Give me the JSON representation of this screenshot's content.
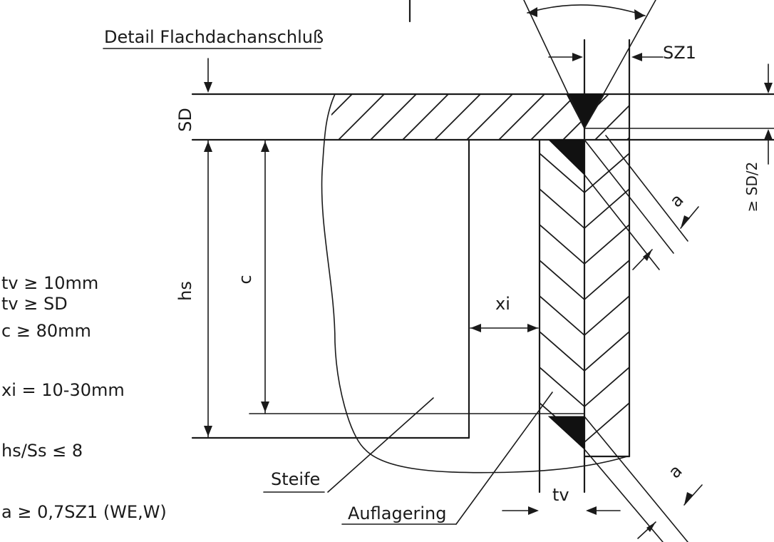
{
  "title": "Detail Flachdachanschluß",
  "conditions": [
    "tv ≥ 10mm",
    "tv ≥ SD",
    "c   ≥ 80mm",
    "xi = 10-30mm",
    "hs/Ss ≤ 8",
    "a  ≥ 0,7SZ1 (WE,W)"
  ],
  "dimensions": {
    "sd": "SD",
    "hs": "hs",
    "c": "c",
    "xi": "xi",
    "tv": "tv",
    "sz1": "SZ1",
    "sd2": "≥ SD/2",
    "a_top": "a",
    "a_bottom": "a"
  },
  "labels": {
    "steife": "Steife",
    "auflagering": "Auflagering"
  }
}
